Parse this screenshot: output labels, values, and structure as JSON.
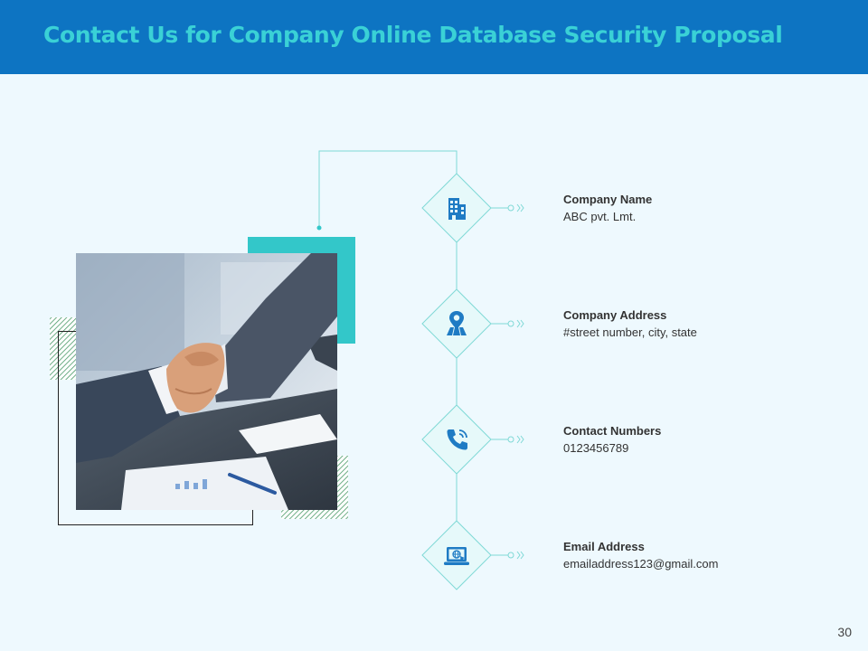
{
  "slide": {
    "title": "Contact Us for Company Online Database Security Proposal",
    "page_number": "30"
  },
  "contacts": [
    {
      "label": "Company Name",
      "value": "ABC pvt. Lmt.",
      "icon": "building-icon"
    },
    {
      "label": "Company Address",
      "value": "#street number, city, state",
      "icon": "map-pin-icon"
    },
    {
      "label": "Contact Numbers",
      "value": "0123456789",
      "icon": "phone-icon"
    },
    {
      "label": "Email Address",
      "value": "emailaddress123@gmail.com",
      "icon": "laptop-globe-icon"
    }
  ],
  "colors": {
    "header": "#0d74c2",
    "title": "#3ad1d6",
    "accent": "#33c7c9",
    "icon": "#1f7bc4",
    "background": "#eef9fe"
  }
}
